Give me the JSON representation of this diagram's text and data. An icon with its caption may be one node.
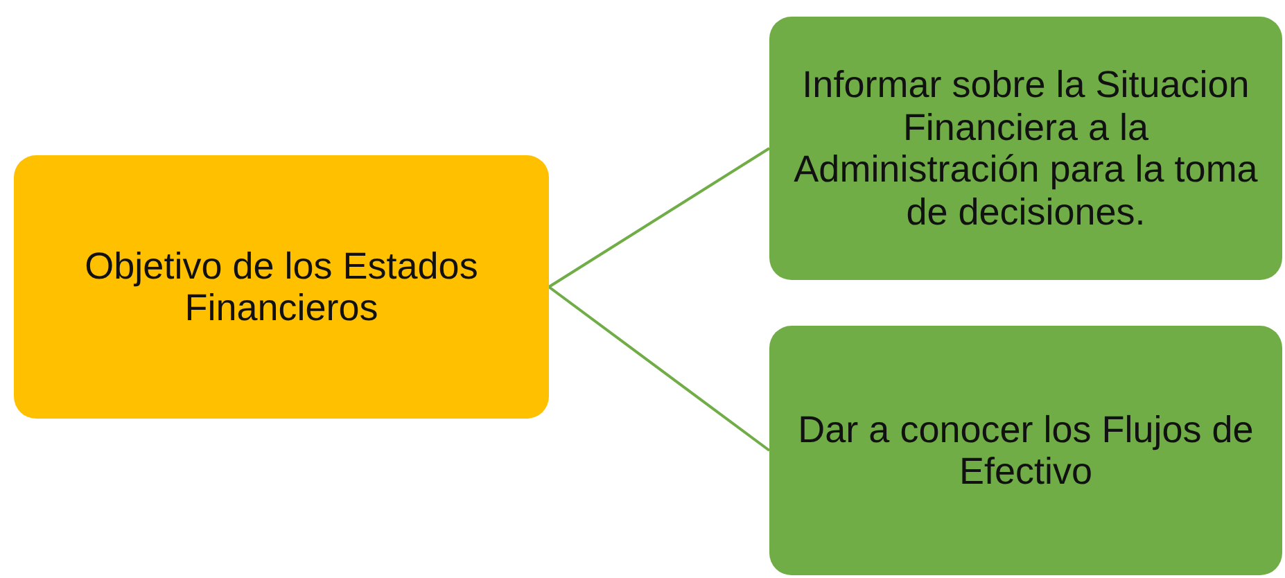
{
  "diagram": {
    "nodes": [
      {
        "text": [
          "Objetivo de los Estados Financieros"
        ]
      },
      {
        "text": [
          "Informar sobre la Situacion Financiera a la Administración para la toma de decisiones."
        ]
      },
      {
        "text": [
          "Dar a conocer los Flujos de Efectivo"
        ]
      }
    ],
    "edges": [
      {
        "from": 0,
        "to": 1,
        "arrow": "none"
      },
      {
        "from": 0,
        "to": 2,
        "arrow": "none"
      }
    ]
  }
}
